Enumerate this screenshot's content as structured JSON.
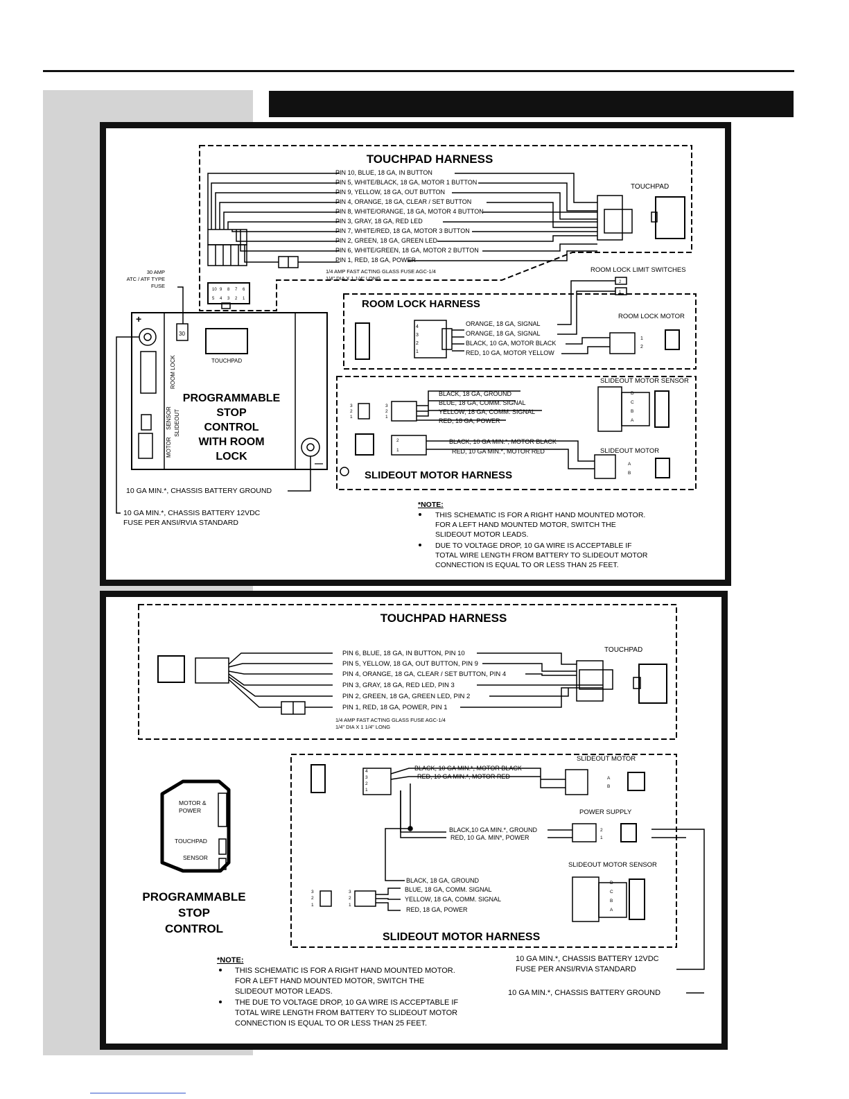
{
  "diagram1": {
    "touchpad_harness_title": "TOUCHPAD HARNESS",
    "touchpad_label": "TOUCHPAD",
    "touchpad_wires": [
      "PIN 10, BLUE, 18 GA, IN BUTTON",
      "PIN 5, WHITE/BLACK, 18 GA, MOTOR 1 BUTTON",
      "PIN 9, YELLOW, 18 GA, OUT BUTTON",
      "PIN 4, ORANGE, 18 GA, CLEAR / SET BUTTON",
      "PIN 8, WHITE/ORANGE, 18 GA, MOTOR 4 BUTTON",
      "PIN 3, GRAY, 18 GA, RED LED",
      "PIN 7, WHITE/RED, 18 GA, MOTOR 3 BUTTON",
      "PIN 2, GREEN, 18 GA, GREEN LED",
      "PIN 6, WHITE/GREEN, 18 GA, MOTOR 2 BUTTON",
      "PIN 1, RED, 18 GA, POWER"
    ],
    "touchpad_plug_pins": [
      "10",
      "9",
      "8",
      "7",
      "6",
      "5",
      "4",
      "3",
      "2",
      "1"
    ],
    "fuse_note_line1": "1/4 AMP FAST ACTING GLASS FUSE AGC-1/4",
    "fuse_note_line2": "1/4\" DIA X 1 1/4\" LONG",
    "atc_fuse_lines": [
      "30 AMP",
      "ATC / ATF TYPE",
      "FUSE"
    ],
    "fuse_value": "30",
    "control_plus": "+",
    "control_minus": "—",
    "room_lock_port": "ROOM LOCK",
    "touchpad_port": "TOUCHPAD",
    "sensor_port": "SENSOR",
    "slideout_port": "SLIDEOUT",
    "motor_port": "MOTOR",
    "control_title_lines": [
      "PROGRAMMABLE",
      "STOP",
      "CONTROL",
      "WITH ROOM",
      "LOCK"
    ],
    "room_lock_harness_title": "ROOM LOCK HARNESS",
    "room_lock_limit_switches": "ROOM LOCK LIMIT SWITCHES",
    "limit_switch_pins": [
      "2",
      "1"
    ],
    "room_lock_motor": "ROOM LOCK MOTOR",
    "room_lock_pins": [
      "4",
      "3",
      "2",
      "1"
    ],
    "room_lock_motor_pins": [
      "1",
      "2"
    ],
    "room_lock_wires": [
      "ORANGE, 18 GA, SIGNAL",
      "ORANGE, 18 GA, SIGNAL",
      "BLACK, 10 GA, MOTOR BLACK",
      "RED, 10 GA, MOTOR YELLOW"
    ],
    "sensor_title": "SLIDEOUT MOTOR SENSOR",
    "sensor_wires": [
      "BLACK, 18 GA,  GROUND",
      "BLUE, 18 GA, COMM. SIGNAL",
      "YELLOW, 18 GA, COMM. SIGNAL",
      "RED, 18 GA, POWER"
    ],
    "sensor_pins": [
      "3",
      "2",
      "1"
    ],
    "sensor_letters": [
      "D",
      "C",
      "B",
      "A"
    ],
    "motor_title": "SLIDEOUT MOTOR",
    "motor_wires": [
      "BLACK, 10 GA MIN.*, MOTOR BLACK",
      "RED, 10 GA MIN.*, MOTOR RED"
    ],
    "motor_pins": [
      "2",
      "1"
    ],
    "motor_letters": [
      "A",
      "B"
    ],
    "slideout_harness_title": "SLIDEOUT MOTOR HARNESS",
    "ground_label": "10 GA MIN.*, CHASSIS BATTERY GROUND",
    "battery_line1": "10 GA MIN.*, CHASSIS BATTERY 12VDC",
    "battery_line2": "FUSE PER ANSI/RVIA STANDARD",
    "note_title": "*NOTE:",
    "note_lines": [
      "THIS SCHEMATIC IS FOR A RIGHT HAND MOUNTED MOTOR.",
      "FOR A LEFT HAND MOUNTED MOTOR, SWITCH THE",
      "SLIDEOUT MOTOR LEADS.",
      "DUE TO VOLTAGE DROP, 10 GA WIRE IS ACCEPTABLE IF",
      "TOTAL WIRE LENGTH FROM BATTERY TO SLIDEOUT MOTOR",
      "CONNECTION IS  EQUAL TO OR LESS THAN 25 FEET."
    ]
  },
  "diagram2": {
    "touchpad_harness_title": "TOUCHPAD HARNESS",
    "touchpad_label": "TOUCHPAD",
    "touchpad_wires": [
      "PIN 6, BLUE, 18 GA, IN BUTTON, PIN 10",
      "PIN 5, YELLOW, 18 GA, OUT BUTTON, PIN 9",
      "PIN 4, ORANGE, 18 GA, CLEAR / SET BUTTON, PIN 4",
      "PIN 3, GRAY, 18 GA, RED LED, PIN 3",
      "PIN 2, GREEN, 18 GA, GREEN LED, PIN 2",
      "PIN 1, RED, 18 GA, POWER, PIN 1"
    ],
    "fuse_note_line1": "1/4 AMP FAST ACTING GLASS FUSE AGC-1/4",
    "fuse_note_line2": "1/4\" DIA X 1 1/4\" LONG",
    "motor_title": "SLIDEOUT MOTOR",
    "motor_wires": [
      "BLACK, 10 GA MIN.*, MOTOR BLACK",
      "RED, 10 GA MIN.*, MOTOR RED"
    ],
    "motor_pins": [
      "4",
      "3",
      "2",
      "1"
    ],
    "motor_letters": [
      "A",
      "B"
    ],
    "power_supply": "POWER SUPPLY",
    "power_wires": [
      "BLACK,10 GA MIN.*, GROUND",
      "RED, 10 GA. MIN*, POWER"
    ],
    "power_pins": [
      "2",
      "1"
    ],
    "sensor_title": "SLIDEOUT MOTOR SENSOR",
    "sensor_wires": [
      "BLACK, 18 GA,  GROUND",
      "BLUE, 18 GA,  COMM. SIGNAL",
      "YELLOW, 18 GA, COMM. SIGNAL",
      "RED, 18 GA, POWER"
    ],
    "sensor_pins": [
      "3",
      "2",
      "1"
    ],
    "sensor_letters": [
      "D",
      "C",
      "B",
      "A"
    ],
    "slideout_harness_title": "SLIDEOUT MOTOR HARNESS",
    "control_ports": [
      "MOTOR &",
      "POWER",
      "TOUCHPAD",
      "SENSOR"
    ],
    "control_title_lines": [
      "PROGRAMMABLE",
      "STOP",
      "CONTROL"
    ],
    "battery_line1": "10 GA MIN.*, CHASSIS BATTERY 12VDC",
    "battery_line2": "FUSE PER ANSI/RVIA STANDARD",
    "ground_label": "10 GA MIN.*, CHASSIS BATTERY GROUND",
    "note_title": "*NOTE:",
    "note_lines": [
      "THIS SCHEMATIC IS FOR A RIGHT HAND MOUNTED MOTOR.",
      "FOR A LEFT HAND MOUNTED MOTOR, SWITCH THE",
      "SLIDEOUT MOTOR LEADS.",
      "THE DUE TO VOLTAGE DROP, 10 GA WIRE IS ACCEPTABLE IF",
      "TOTAL WIRE LENGTH FROM BATTERY TO SLIDEOUT MOTOR",
      "CONNECTION IS EQUAL TO OR LESS THAN 25 FEET."
    ]
  }
}
